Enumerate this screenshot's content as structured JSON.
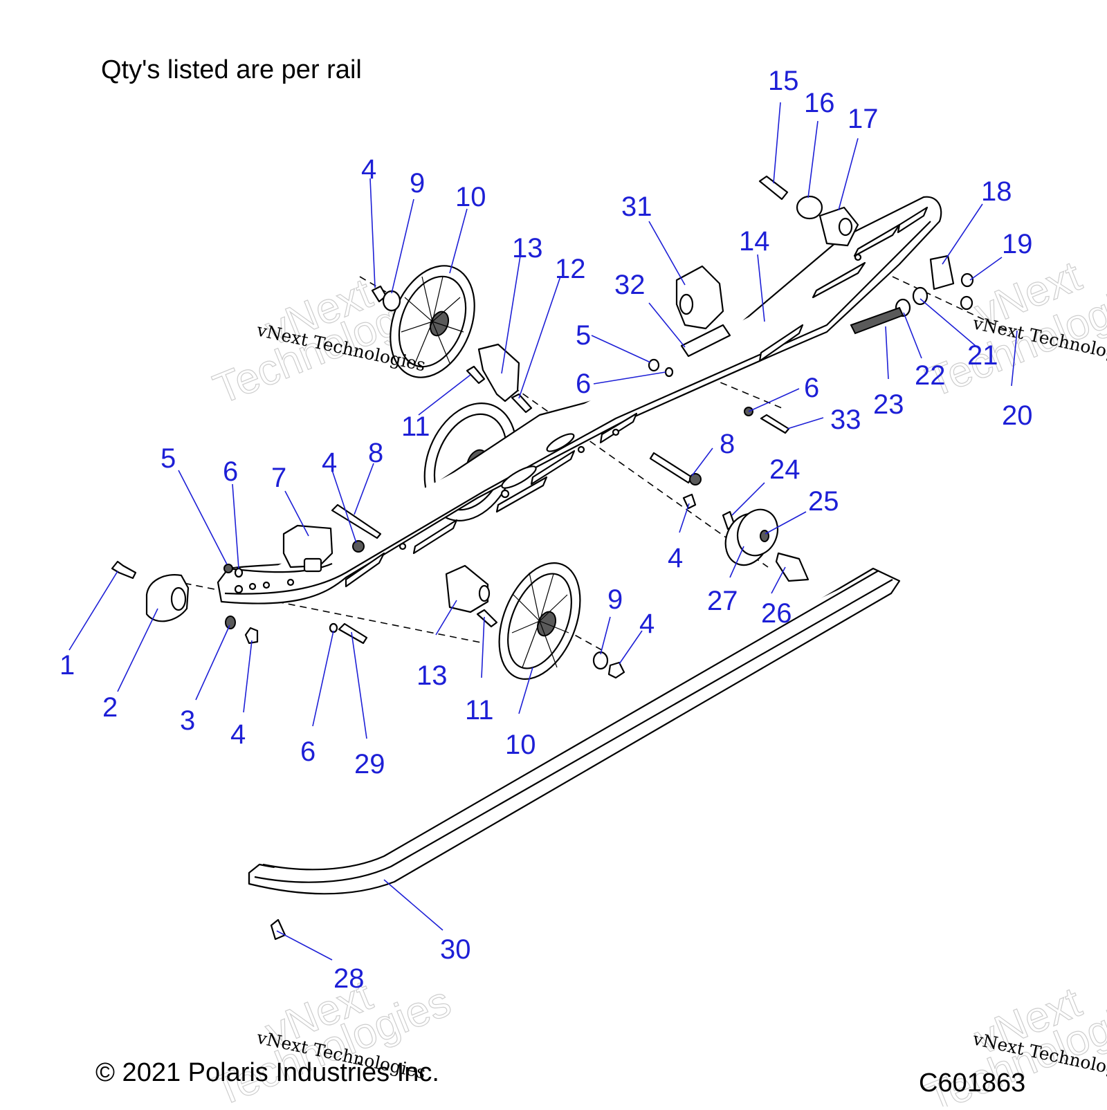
{
  "header": {
    "note": "Qty's listed are per rail"
  },
  "footer": {
    "copyright": "© 2021 Polaris Industries Inc.",
    "code": "C601863"
  },
  "watermark": {
    "text": "vNext Technologies",
    "big_line1": "vNext",
    "big_line2": "Technologies"
  },
  "colors": {
    "callout": "#1d1fd6",
    "line": "#000000",
    "shade": "#5a5a5a"
  },
  "callouts": [
    {
      "id": "c1",
      "text": "1"
    },
    {
      "id": "c2",
      "text": "2"
    },
    {
      "id": "c3",
      "text": "3"
    },
    {
      "id": "c4a",
      "text": "4"
    },
    {
      "id": "c4b",
      "text": "4"
    },
    {
      "id": "c4c",
      "text": "4"
    },
    {
      "id": "c4d",
      "text": "4"
    },
    {
      "id": "c4e",
      "text": "4"
    },
    {
      "id": "c5a",
      "text": "5"
    },
    {
      "id": "c5b",
      "text": "5"
    },
    {
      "id": "c6a",
      "text": "6"
    },
    {
      "id": "c6b",
      "text": "6"
    },
    {
      "id": "c6c",
      "text": "6"
    },
    {
      "id": "c6d",
      "text": "6"
    },
    {
      "id": "c7",
      "text": "7"
    },
    {
      "id": "c8a",
      "text": "8"
    },
    {
      "id": "c8b",
      "text": "8"
    },
    {
      "id": "c9a",
      "text": "9"
    },
    {
      "id": "c9b",
      "text": "9"
    },
    {
      "id": "c10a",
      "text": "10"
    },
    {
      "id": "c10b",
      "text": "10"
    },
    {
      "id": "c11a",
      "text": "11"
    },
    {
      "id": "c11b",
      "text": "11"
    },
    {
      "id": "c12",
      "text": "12"
    },
    {
      "id": "c13a",
      "text": "13"
    },
    {
      "id": "c13b",
      "text": "13"
    },
    {
      "id": "c14",
      "text": "14"
    },
    {
      "id": "c15",
      "text": "15"
    },
    {
      "id": "c16",
      "text": "16"
    },
    {
      "id": "c17",
      "text": "17"
    },
    {
      "id": "c18",
      "text": "18"
    },
    {
      "id": "c19",
      "text": "19"
    },
    {
      "id": "c20",
      "text": "20"
    },
    {
      "id": "c21",
      "text": "21"
    },
    {
      "id": "c22",
      "text": "22"
    },
    {
      "id": "c23",
      "text": "23"
    },
    {
      "id": "c24",
      "text": "24"
    },
    {
      "id": "c25",
      "text": "25"
    },
    {
      "id": "c26",
      "text": "26"
    },
    {
      "id": "c27",
      "text": "27"
    },
    {
      "id": "c28",
      "text": "28"
    },
    {
      "id": "c29",
      "text": "29"
    },
    {
      "id": "c30",
      "text": "30"
    },
    {
      "id": "c31",
      "text": "31"
    },
    {
      "id": "c32",
      "text": "32"
    },
    {
      "id": "c33",
      "text": "33"
    }
  ]
}
